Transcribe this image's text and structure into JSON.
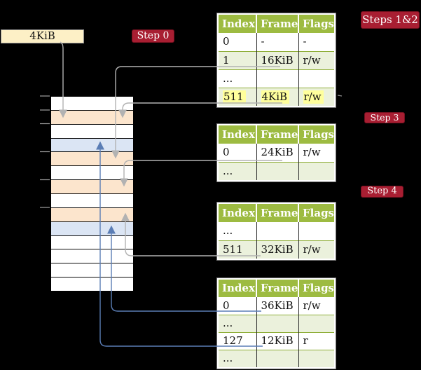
{
  "frame_box": {
    "label": "4KiB"
  },
  "labels": {
    "step0": "Step 0",
    "steps12": "Steps 1&2",
    "step3": "Step 3",
    "step4": "Step 4"
  },
  "tables": {
    "pt1": {
      "headers": [
        "Index",
        "Frame",
        "Flags"
      ],
      "rows": [
        [
          "0",
          "-",
          "-"
        ],
        [
          "1",
          "16KiB",
          "r/w"
        ],
        [
          "...",
          "",
          ""
        ],
        [
          "511",
          "4KiB",
          "r/w"
        ]
      ]
    },
    "pt2": {
      "headers": [
        "Index",
        "Frame",
        "Flags"
      ],
      "rows": [
        [
          "0",
          "24KiB",
          "r/w"
        ],
        [
          "...",
          "",
          ""
        ]
      ]
    },
    "pt3": {
      "headers": [
        "Index",
        "Frame",
        "Flags"
      ],
      "rows": [
        [
          "...",
          "",
          ""
        ],
        [
          "511",
          "32KiB",
          "r/w"
        ]
      ]
    },
    "pt4": {
      "headers": [
        "Index",
        "Frame",
        "Flags"
      ],
      "rows": [
        [
          "0",
          "36KiB",
          "r/w"
        ],
        [
          "...",
          "",
          ""
        ],
        [
          "127",
          "12KiB",
          "r"
        ],
        [
          "...",
          "",
          ""
        ]
      ]
    }
  },
  "memory": {
    "cells": [
      "white",
      "orange",
      "white",
      "blue",
      "orange",
      "white",
      "orange",
      "white",
      "orange",
      "blue",
      "white",
      "white",
      "white",
      "white"
    ]
  },
  "colors": {
    "background": "#000000",
    "table_header_green": "#9dbb41",
    "table_row_green": "#ebf1dc",
    "label_red": "#a81e32",
    "frame_box_fill": "#fdf0c6",
    "memory_orange": "#fce5cd",
    "memory_blue": "#dbe5f4",
    "yellow_highlight": "#ffff9c",
    "gray_connector": "#b2b2b2",
    "blue_connector": "#5a7db5"
  }
}
